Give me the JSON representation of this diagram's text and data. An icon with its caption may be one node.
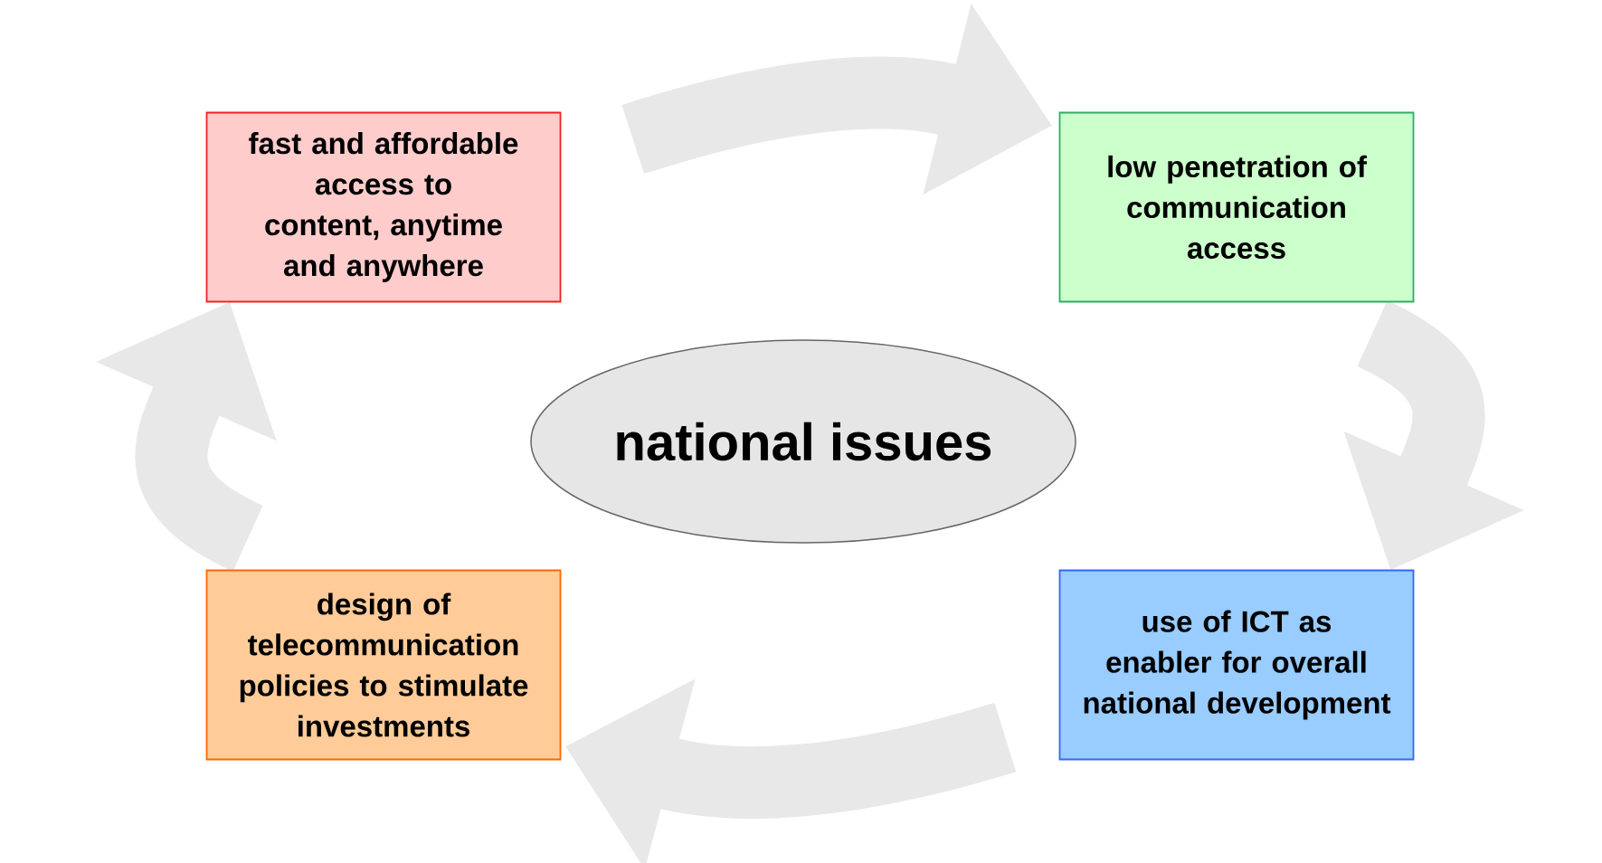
{
  "diagram": {
    "nodes": [
      {
        "text": [
          "fast and affordable access to content, anytime and anywhere"
        ]
      },
      {
        "text": [
          "low penetration of communication access"
        ]
      },
      {
        "text": [
          "national issues"
        ]
      },
      {
        "text": [
          "design of telecommunication policies to stimulate investments"
        ]
      },
      {
        "text": [
          "use of ICT as enabler for overall national development"
        ]
      }
    ],
    "edges": [
      {
        "from": 0,
        "to": 1,
        "arrow": "to"
      },
      {
        "from": 1,
        "to": 4,
        "arrow": "to"
      },
      {
        "from": 4,
        "to": 3,
        "arrow": "to"
      },
      {
        "from": 3,
        "to": 0,
        "arrow": "to"
      }
    ]
  }
}
